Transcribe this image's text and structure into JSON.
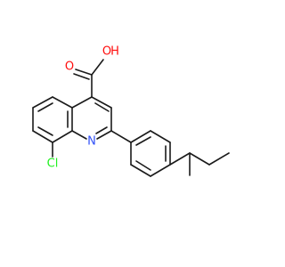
{
  "colors": {
    "bond": "#1a1a1a",
    "oxygen": "#ff0d0d",
    "nitrogen": "#3050f8",
    "chlorine": "#1ff01f",
    "hydrogen": "#ff0d0d"
  },
  "labels": {
    "o_hydroxyl": "O",
    "h_hydroxyl": "H",
    "o_carbonyl": "O",
    "n_ring": "N",
    "cl": "Cl"
  }
}
